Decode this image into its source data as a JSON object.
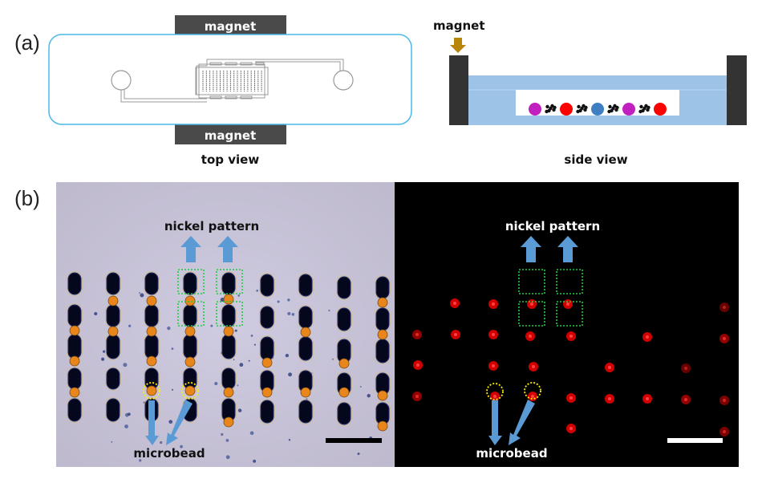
{
  "figure": {
    "panel_a": {
      "label": "(a)",
      "top_view": {
        "caption": "top view",
        "magnet_top_label": "magnet",
        "magnet_bottom_label": "magnet",
        "chip_outline_color": "#4ab8e8",
        "magnet_color": "#4a4a4a"
      },
      "side_view": {
        "caption": "side view",
        "magnet_label": "magnet",
        "arrow_color": "#b8860b",
        "channel_color": "#9dc3e6",
        "beads": [
          "magenta",
          "cluster",
          "red",
          "cluster",
          "blue",
          "cluster",
          "magenta",
          "cluster",
          "red"
        ],
        "bead_colors": {
          "magenta": "#c020c0",
          "red": "#ff0000",
          "blue": "#3e7fc1"
        }
      }
    },
    "panel_b": {
      "label": "(b)",
      "brightfield": {
        "annotation_top": "nickel pattern",
        "annotation_bottom": "microbead",
        "background_color": "#c9c5d8",
        "bead_color": "#e8861c",
        "pattern_color": "#05081c"
      },
      "fluorescence": {
        "annotation_top": "nickel pattern",
        "annotation_bottom": "microbead",
        "background_color": "#000000",
        "bead_color": "#d00000"
      },
      "arrow_color": "#5b9bd5",
      "box_color": "#22cc44",
      "circle_color": "#ffee00"
    }
  }
}
